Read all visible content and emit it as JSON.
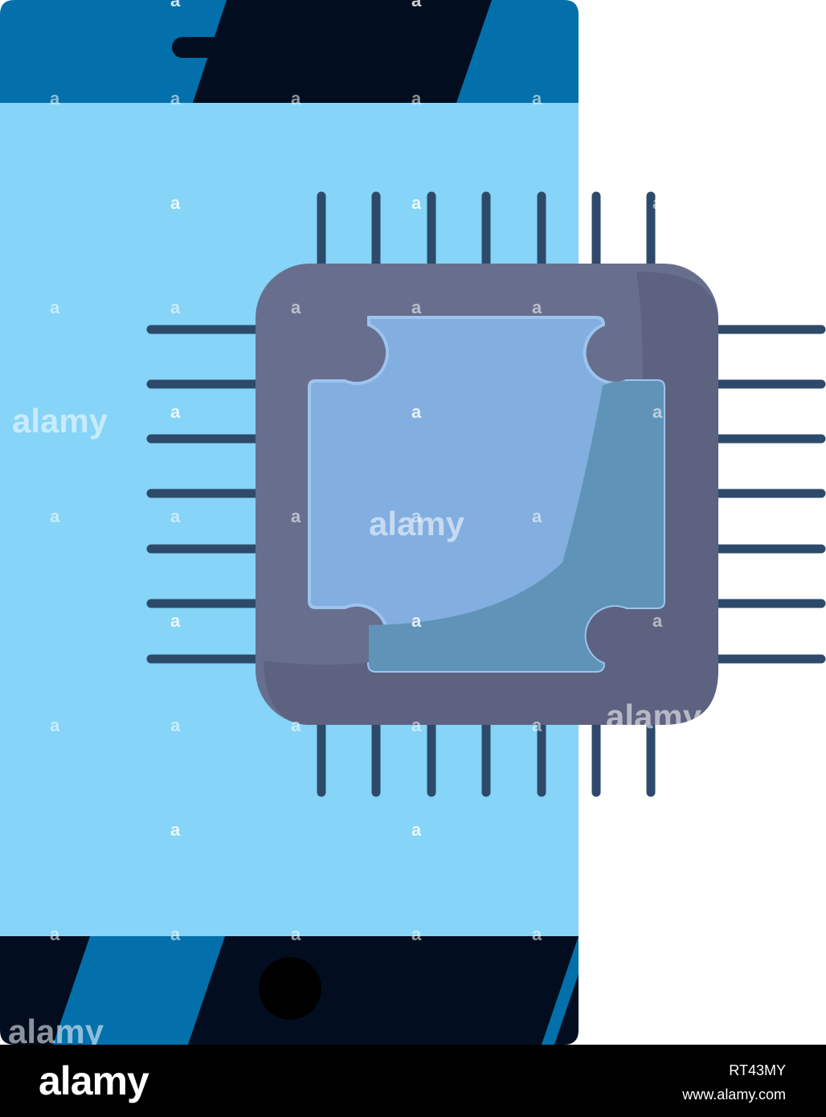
{
  "illustration": {
    "subject": "smartphone-with-processor-chip",
    "colors": {
      "phone_frame": "#0370ab",
      "phone_frame_dark": "#020e1f",
      "phone_screen": "#86d4f7",
      "chip_body": "#686f8e",
      "chip_die": "#82aee0",
      "chip_die_shade": "#5f94b8",
      "chip_pins": "#2d4a6a"
    }
  },
  "watermark": {
    "small_mark": "a",
    "word": "alamy"
  },
  "footer": {
    "logo": "alamy",
    "image_id": "RT43MY",
    "url": "www.alamy.com"
  }
}
